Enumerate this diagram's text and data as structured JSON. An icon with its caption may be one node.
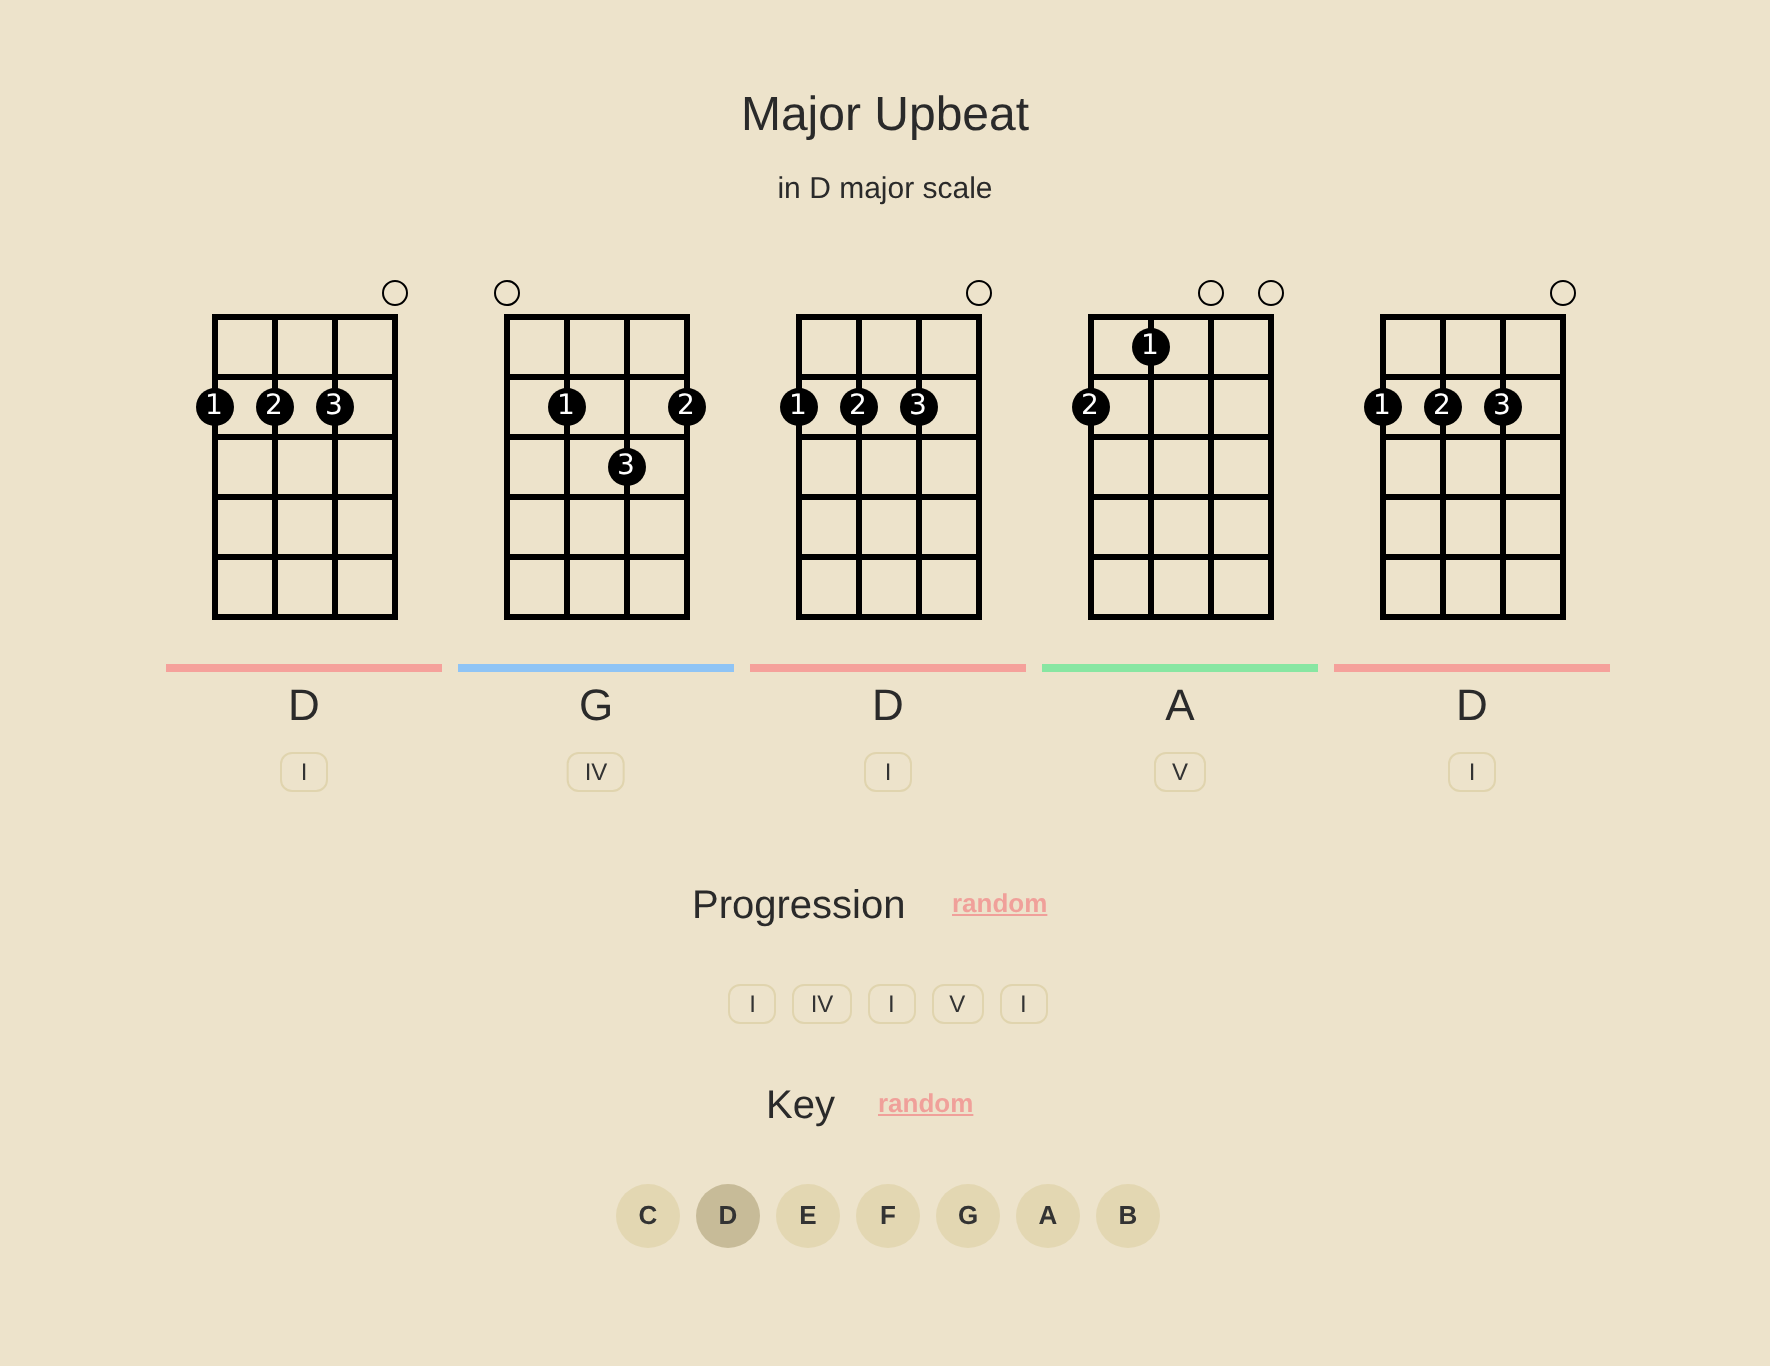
{
  "diagram": {
    "title": "Major Upbeat",
    "nodes": [
      {
        "text": [],
        "shape": "circle"
      },
      {
        "text": [
          "1"
        ]
      },
      {
        "text": [
          "2"
        ]
      },
      {
        "text": [
          "3"
        ]
      },
      {
        "text": [],
        "shape": "circle"
      },
      {
        "text": [
          "1"
        ]
      },
      {
        "text": [
          "2"
        ]
      },
      {
        "text": [
          "3"
        ]
      },
      {
        "text": [],
        "shape": "circle"
      },
      {
        "text": [
          "1"
        ]
      },
      {
        "text": [
          "2"
        ]
      },
      {
        "text": [
          "3"
        ]
      },
      {
        "text": [],
        "shape": "circle"
      },
      {
        "text": [],
        "shape": "circle"
      },
      {
        "text": [
          "1"
        ]
      },
      {
        "text": [
          "2"
        ]
      },
      {
        "text": [],
        "shape": "circle"
      },
      {
        "text": [
          "1"
        ]
      },
      {
        "text": [
          "2"
        ]
      },
      {
        "text": [
          "3"
        ]
      },
      {
        "text": [
          "I"
        ]
      },
      {
        "text": [
          "IV"
        ]
      },
      {
        "text": [
          "I"
        ]
      },
      {
        "text": [
          "V"
        ]
      },
      {
        "text": [
          "I"
        ]
      },
      {
        "text": [
          "I"
        ]
      },
      {
        "text": [
          "IV"
        ]
      },
      {
        "text": [
          "I"
        ]
      },
      {
        "text": [
          "V"
        ]
      },
      {
        "text": [
          "I"
        ]
      },
      {
        "text": [
          "C"
        ]
      },
      {
        "text": [
          "D"
        ]
      },
      {
        "text": [
          "E"
        ]
      },
      {
        "text": [
          "F"
        ]
      },
      {
        "text": [
          "G"
        ]
      },
      {
        "text": [
          "A"
        ]
      },
      {
        "text": [
          "B"
        ]
      }
    ],
    "labels": [
      "in D major scale",
      "D",
      "G",
      "D",
      "A",
      "D",
      "Progression",
      "random",
      "Key",
      "random"
    ]
  }
}
